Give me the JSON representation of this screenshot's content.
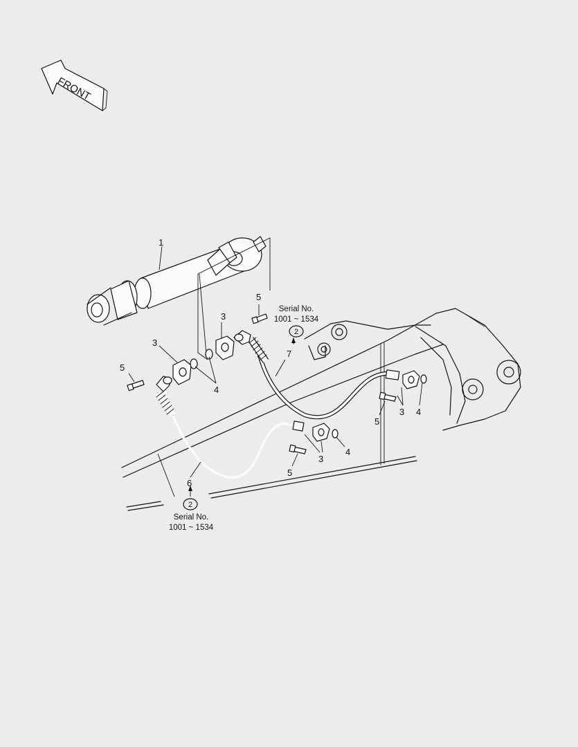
{
  "front_label": "FRONT",
  "callouts": {
    "c1": "1",
    "c3a": "3",
    "c3b": "3",
    "c3c": "3",
    "c3d": "3",
    "c4a": "4",
    "c4b": "4",
    "c4c": "4",
    "c5a": "5",
    "c5b": "5",
    "c5c": "5",
    "c5d": "5",
    "c6": "6",
    "c7": "7"
  },
  "notes": {
    "top": {
      "circle": "2",
      "line1": "Serial No.",
      "line2": "1001 ~ 1534"
    },
    "bottom": {
      "circle": "2",
      "line1": "Serial No.",
      "line2": "1001 ~ 1534"
    }
  }
}
